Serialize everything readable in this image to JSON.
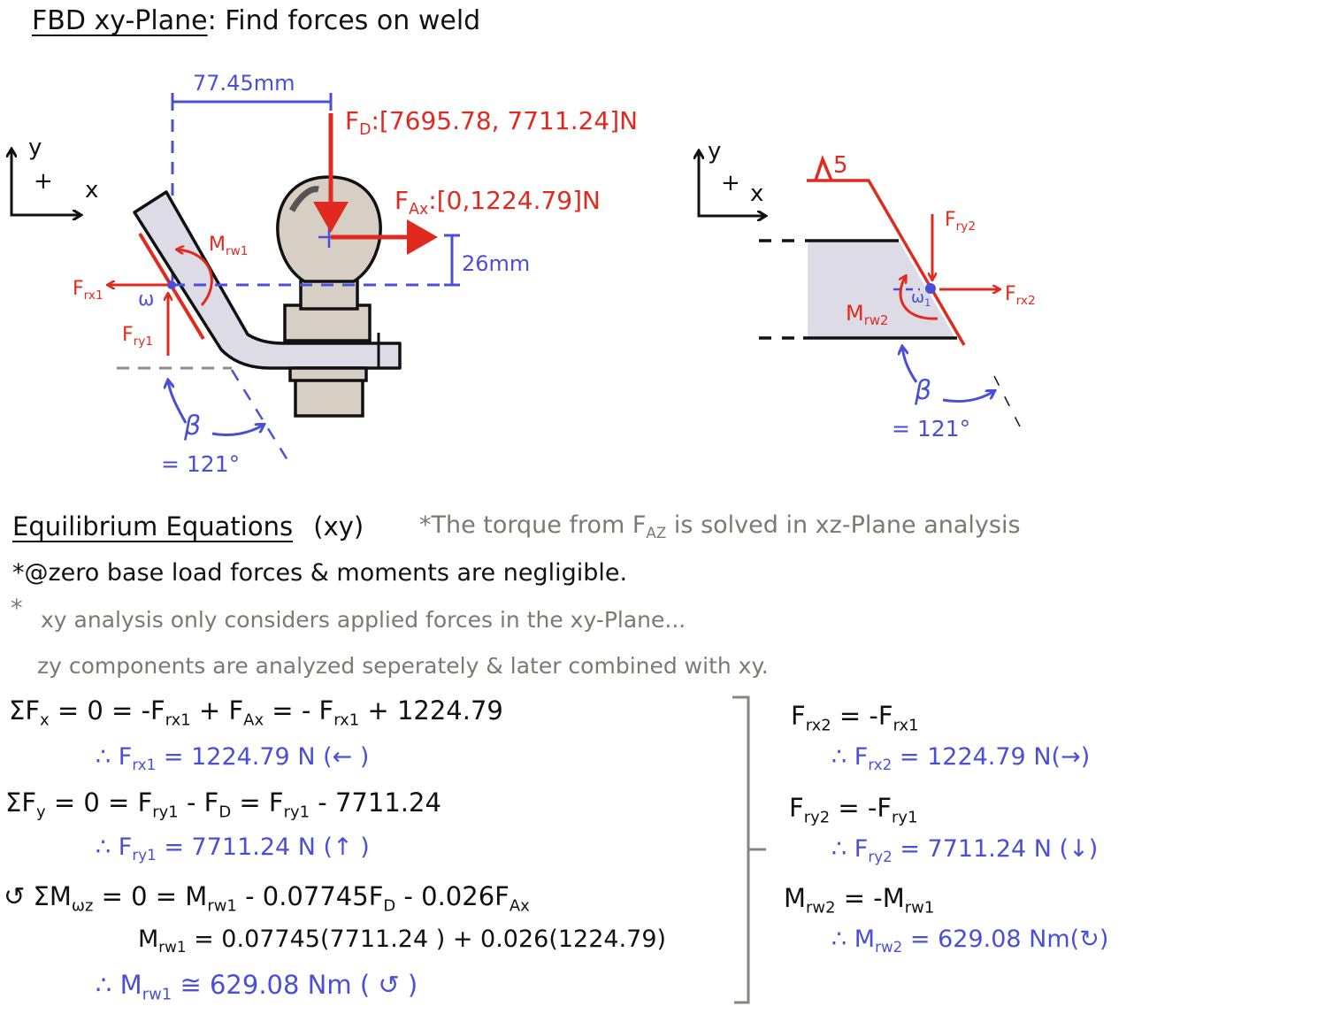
{
  "header": {
    "title_underlined": "FBD xy-Plane",
    "title_rest": ": Find forces on weld"
  },
  "colors": {
    "ink": "#111111",
    "force_red": "#e02a1f",
    "dimension_blue": "#4a4fd8",
    "note_gray": "#7d7873",
    "bracket_fill": "#dcdbe6",
    "ball_fill": "#d8cfc4"
  },
  "diagram_left": {
    "axes": {
      "y": "y",
      "x": "x",
      "sign": "+"
    },
    "dim_horizontal": "77.45mm",
    "dim_vertical": "26mm",
    "force_d": {
      "name": "F",
      "sub": "D",
      "value": ":[7695.78, 7711.24]N"
    },
    "force_ax": {
      "name": "F",
      "sub": "Ax",
      "value": ":[0,1224.79]N"
    },
    "moment": {
      "name": "M",
      "sub": "rw1"
    },
    "force_rx": {
      "name": "F",
      "sub": "rx1"
    },
    "force_ry": {
      "name": "F",
      "sub": "ry1"
    },
    "weld_point": "ω",
    "angle_symbol": "β",
    "angle_value": "= 121°"
  },
  "diagram_right": {
    "axes": {
      "y": "y",
      "x": "x",
      "sign": "+"
    },
    "weld_symbol": "5",
    "force_ry": {
      "name": "F",
      "sub": "ry2"
    },
    "force_rx": {
      "name": "F",
      "sub": "rx2"
    },
    "moment": {
      "name": "M",
      "sub": "rw2"
    },
    "weld_point": "ω",
    "weld_point_sub": "1",
    "angle_symbol": "β",
    "angle_value": "= 121°"
  },
  "notes": {
    "section_title": "Equilibrium Equations",
    "section_plane": "(xy)",
    "torque_note_pre": "*The torque from F",
    "torque_note_sub": "AZ",
    "torque_note_post": " is solved in xz-Plane analysis",
    "zero_note": "*@zero base load forces & moments are negligible.",
    "xy_note_star": "*",
    "xy_note_1": "xy analysis only considers applied forces in the xy-Plane...",
    "xy_note_2": "zy components are analyzed seperately & later combined with xy."
  },
  "equations_left": [
    {
      "id": "sum_fx",
      "color": "black",
      "text": "ΣFx = 0 = -Frx1 + FAx = -Frx1 + 1224.79"
    },
    {
      "id": "frx1_result",
      "color": "blue",
      "text": "∴ Frx1 = 1224.79 N (←)"
    },
    {
      "id": "sum_fy",
      "color": "black",
      "text": "ΣFy = 0 = Fry1 - FD = Fry1 - 7711.24"
    },
    {
      "id": "fry1_result",
      "color": "blue",
      "text": "∴ Fry1 = 7711.24 N (↑)"
    },
    {
      "id": "sum_mwz",
      "color": "black",
      "text": "↺+ ΣMwz = 0 = Mrw1 - 0.07745FD - 0.026FAx"
    },
    {
      "id": "mrw1_calc",
      "color": "black",
      "text": "Mrw1 = 0.07745(7711.24) + 0.026(1224.79)"
    },
    {
      "id": "mrw1_result",
      "color": "blue",
      "text": "∴ Mrw1 ≅ 629.08 Nm (↺)"
    }
  ],
  "equations_right": [
    {
      "id": "frx2_rel",
      "color": "black",
      "text": "Frx2 = -Frx1"
    },
    {
      "id": "frx2_result",
      "color": "blue",
      "text": "∴ Frx2 = 1224.79 N(→)"
    },
    {
      "id": "fry2_rel",
      "color": "black",
      "text": "Fry2 = -Fry1"
    },
    {
      "id": "fry2_result",
      "color": "blue",
      "text": "∴ Fry2 = 7711.24 N (↓)"
    },
    {
      "id": "mrw2_rel",
      "color": "black",
      "text": "Mrw2 = -Mrw1"
    },
    {
      "id": "mrw2_result",
      "color": "blue",
      "text": "∴ Mrw2 = 629.08 Nm(↻+)"
    }
  ],
  "eq_parts": {
    "sigma": "Σ",
    "F": "F",
    "M": "M",
    "x": "x",
    "y": "y",
    "rx1": "rx1",
    "rx2": "rx2",
    "ry1": "ry1",
    "ry2": "ry2",
    "Ax": "Ax",
    "D": "D",
    "rw1": "rw1",
    "rw2": "rw2",
    "wz": "ωz",
    "therefore": "∴",
    "eq_zero": " = 0 = ",
    "minus": " - ",
    "plus": " + ",
    "equals": " = ",
    "neg_eq": " = -",
    "v1224": "1224.79",
    "v7711": "7711.24",
    "frx1_res": " = 1224.79 N (",
    "arrow_left": "←",
    "fry1_res": " = 7711.24  N (",
    "arrow_up": "↑",
    "close": " )",
    "close_tight": ")",
    "moment_sign": "↺",
    "c07745": " - 0.07745",
    "c026": " - 0.026",
    "mrw1_calc_rest": " = 0.07745(7711.24 ) + 0.026(1224.79)",
    "approx_val": " ≅ 629.08 Nm ( ",
    "ccw": "↺",
    "frx2_res": " = 1224.79   N(",
    "arrow_right": "→",
    "fry2_res": " = 7711.24  N (",
    "arrow_down": "↓",
    "mrw2_res": " = 629.08 Nm(",
    "cw_plus": "↻"
  }
}
